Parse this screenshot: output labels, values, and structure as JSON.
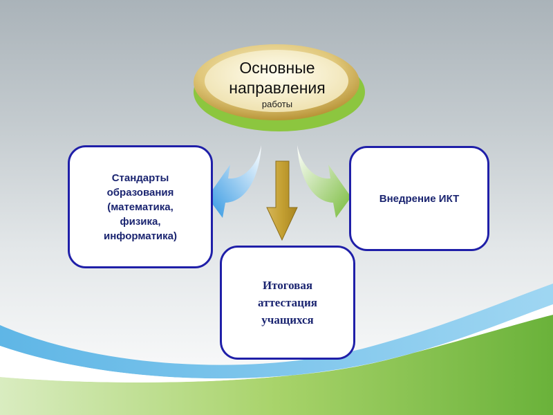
{
  "title": {
    "main_line1": "Основные",
    "main_line2": "направления",
    "sub": "работы"
  },
  "boxes": {
    "standards": [
      "Стандарты",
      "образования",
      "(математика,",
      "физика,",
      "информатика)"
    ],
    "ict": [
      "Внедрение ИКТ"
    ],
    "attestation": [
      "Итоговая",
      "аттестация",
      "учащихся"
    ]
  },
  "colors": {
    "box_border": "#1f1fa8",
    "box_text": "#1a2470",
    "ellipse_gold": "#c9a94a",
    "ellipse_green": "#8cc63f",
    "arrow_blue": "#3fa3e8",
    "arrow_green": "#8cc63f",
    "arrow_gold": "#c9a43a"
  }
}
